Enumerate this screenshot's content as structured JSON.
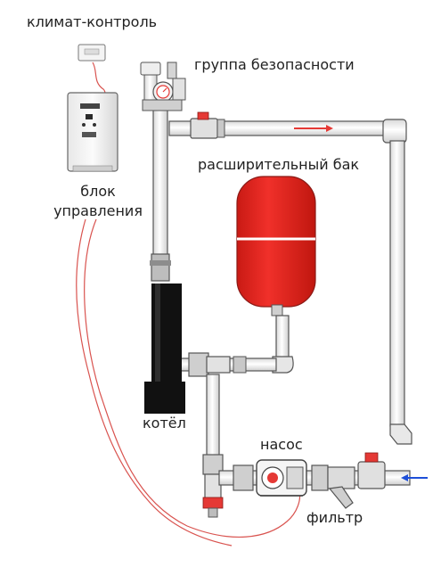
{
  "labels": {
    "climate_control": "климат-контроль",
    "safety_group": "группа безопасности",
    "expansion_tank": "расширительный бак",
    "control_unit_line1": "блок",
    "control_unit_line2": "управления",
    "boiler": "котёл",
    "pump": "насос",
    "filter": "фильтр"
  },
  "colors": {
    "pipe_fill": "#f2f2f2",
    "pipe_stroke": "#555555",
    "tank_red": "#e8261f",
    "boiler_black": "#111111",
    "cable_red": "#d9534f",
    "flow_arrow_red": "#e53935",
    "flow_arrow_blue": "#1e4fd8"
  }
}
